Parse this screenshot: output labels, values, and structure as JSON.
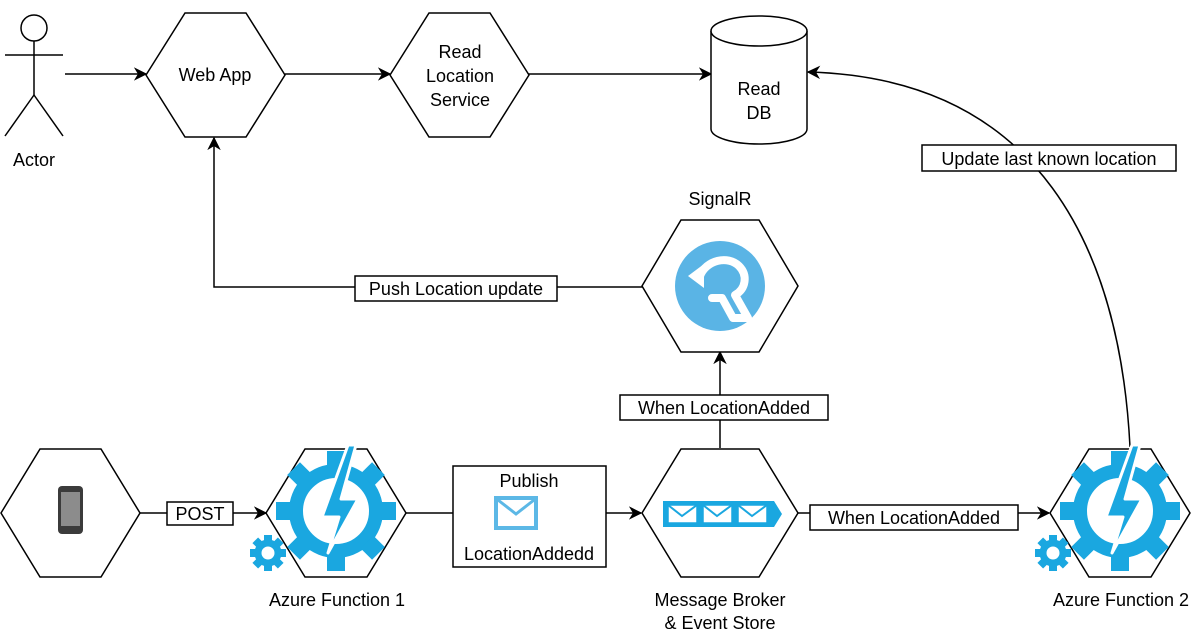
{
  "nodes": {
    "actor": "Actor",
    "web_app": "Web App",
    "read_service": [
      "Read",
      "Location",
      "Service"
    ],
    "read_db": [
      "Read",
      "DB"
    ],
    "signalr": "SignalR",
    "function1": "Azure Function 1",
    "broker": [
      "Message Broker",
      "& Event Store"
    ],
    "function2": "Azure Function 2"
  },
  "edges": {
    "post": "POST",
    "publish": "Publish",
    "location_added": "LocationAddedd",
    "when_added_up": "When LocationAdded",
    "when_added_right": "When LocationAdded",
    "push_update": "Push Location update",
    "update_last": "Update last known location"
  },
  "colors": {
    "azure_blue": "#1aa7e0",
    "signalr_blue": "#5ab4e5",
    "mail_blue": "#5cb8e6",
    "stroke": "#000000"
  },
  "icons": {
    "phone": "mobile-phone-icon",
    "function": "azure-function-icon",
    "gear": "gear-icon",
    "signalr": "signalr-icon",
    "queue": "message-queue-icon",
    "envelope": "envelope-icon"
  }
}
